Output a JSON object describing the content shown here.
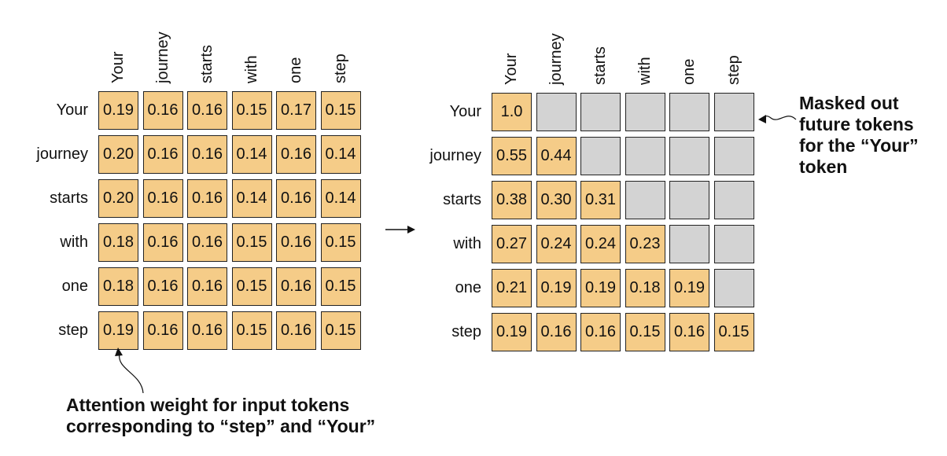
{
  "tokens": [
    "Your",
    "journey",
    "starts",
    "with",
    "one",
    "step"
  ],
  "left_matrix": [
    [
      "0.19",
      "0.16",
      "0.16",
      "0.15",
      "0.17",
      "0.15"
    ],
    [
      "0.20",
      "0.16",
      "0.16",
      "0.14",
      "0.16",
      "0.14"
    ],
    [
      "0.20",
      "0.16",
      "0.16",
      "0.14",
      "0.16",
      "0.14"
    ],
    [
      "0.18",
      "0.16",
      "0.16",
      "0.15",
      "0.16",
      "0.15"
    ],
    [
      "0.18",
      "0.16",
      "0.16",
      "0.15",
      "0.16",
      "0.15"
    ],
    [
      "0.19",
      "0.16",
      "0.16",
      "0.15",
      "0.16",
      "0.15"
    ]
  ],
  "right_matrix": [
    [
      "1.0"
    ],
    [
      "0.55",
      "0.44"
    ],
    [
      "0.38",
      "0.30",
      "0.31"
    ],
    [
      "0.27",
      "0.24",
      "0.24",
      "0.23"
    ],
    [
      "0.21",
      "0.19",
      "0.19",
      "0.18",
      "0.19"
    ],
    [
      "0.19",
      "0.16",
      "0.16",
      "0.15",
      "0.16",
      "0.15"
    ]
  ],
  "annotations": {
    "bottom_line1": "Attention weight for input tokens",
    "bottom_line2": "corresponding to “step” and “Your”",
    "right_line1": "Masked out",
    "right_line2": "future tokens",
    "right_line3": "for the “Your”",
    "right_line4": "token"
  },
  "colors": {
    "cell_fill": "#f5cc88",
    "masked_fill": "#d3d3d3",
    "border": "#222222"
  }
}
